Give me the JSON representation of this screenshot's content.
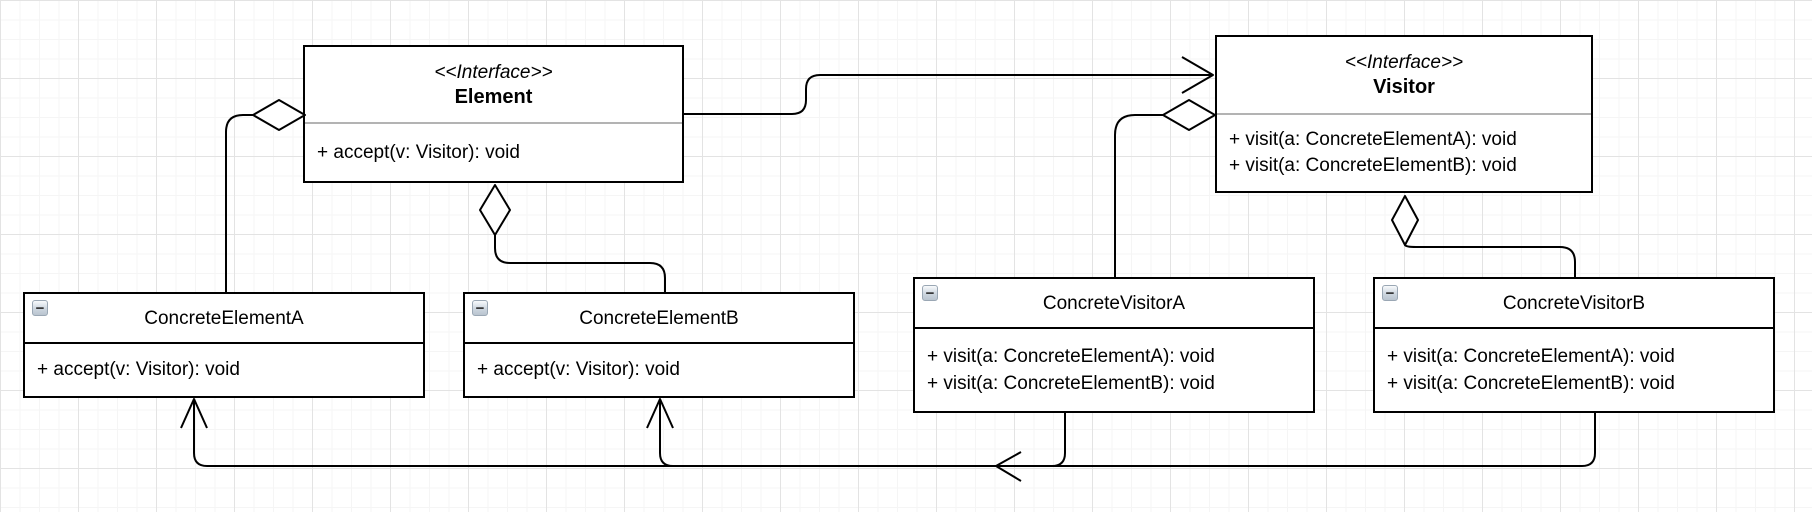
{
  "classes": {
    "element": {
      "stereotype": "<<Interface>>",
      "name": "Element",
      "methods": [
        "+ accept(v: Visitor): void"
      ]
    },
    "visitor": {
      "stereotype": "<<Interface>>",
      "name": "Visitor",
      "methods": [
        "+ visit(a: ConcreteElementA): void",
        "+ visit(a: ConcreteElementB): void"
      ]
    },
    "concrete_element_a": {
      "name": "ConcreteElementA",
      "methods": [
        "+ accept(v: Visitor): void"
      ]
    },
    "concrete_element_b": {
      "name": "ConcreteElementB",
      "methods": [
        "+ accept(v: Visitor): void"
      ]
    },
    "concrete_visitor_a": {
      "name": "ConcreteVisitorA",
      "methods": [
        "+ visit(a: ConcreteElementA): void",
        "+ visit(a: ConcreteElementB): void"
      ]
    },
    "concrete_visitor_b": {
      "name": "ConcreteVisitorB",
      "methods": [
        "+ visit(a: ConcreteElementA): void",
        "+ visit(a: ConcreteElementB): void"
      ]
    }
  },
  "relationships": [
    {
      "from": "ConcreteElementA",
      "to": "Element",
      "type": "aggregation"
    },
    {
      "from": "ConcreteElementB",
      "to": "Element",
      "type": "aggregation"
    },
    {
      "from": "Element",
      "to": "Visitor",
      "type": "association",
      "arrow": "open"
    },
    {
      "from": "ConcreteVisitorA",
      "to": "Visitor",
      "type": "aggregation"
    },
    {
      "from": "ConcreteVisitorB",
      "to": "Visitor",
      "type": "aggregation"
    },
    {
      "from": "ConcreteVisitorA",
      "to": "ConcreteElementA",
      "type": "association",
      "arrow": "open"
    },
    {
      "from": "ConcreteVisitorB",
      "to": "ConcreteElementB",
      "type": "association",
      "arrow": "open"
    }
  ],
  "ui": {
    "collapse_glyph": "−"
  },
  "colors": {
    "stroke": "#000000",
    "box_fill": "#ffffff",
    "interface_divider": "#b3b3b3",
    "grid_minor": "#f5f5f5",
    "grid_major": "#e3e3e3",
    "canvas_bg": "#ffffff"
  }
}
